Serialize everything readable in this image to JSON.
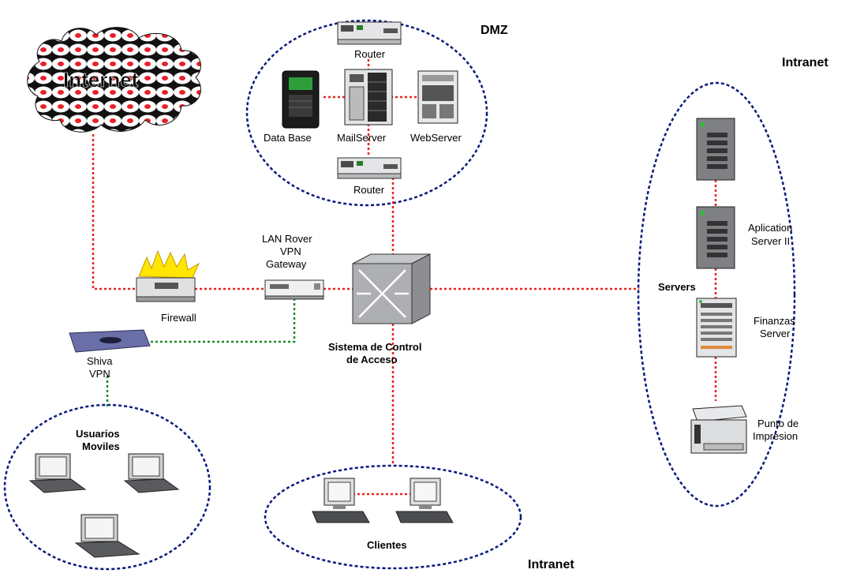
{
  "zones": {
    "dmz": "DMZ",
    "intranet_right": "Intranet",
    "intranet_bottom": "Intranet"
  },
  "cloud": {
    "label": "Internet"
  },
  "devices": {
    "router_top": "Router",
    "router_bottom": "Router",
    "database": "Data Base",
    "mailserver": "MailServer",
    "webserver": "WebServer",
    "firewall": "Firewall",
    "lan_rover": [
      "LAN Rover",
      "VPN",
      "Gateway"
    ],
    "shiva": [
      "Shiva",
      "VPN"
    ],
    "switch": [
      "Sistema de Control",
      "de Acceso"
    ],
    "servers_group": "Servers",
    "app_server": [
      "Aplication",
      "Server II"
    ],
    "finanzas": [
      "Finanzas",
      "Server"
    ],
    "printer": [
      "Punto de",
      "Impresion"
    ],
    "mobile_users": [
      "Usuarios",
      "Moviles"
    ],
    "clients": "Clientes"
  },
  "colors": {
    "zone_border": "#0b1a7c",
    "red_link": "#e8231b",
    "green_link": "#1f8a2a",
    "device_gray": "#7f8084",
    "device_light": "#dfe0e2"
  }
}
